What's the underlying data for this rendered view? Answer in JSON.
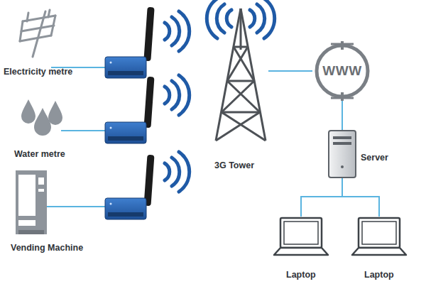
{
  "diagram": {
    "nodes": [
      {
        "text": [
          "Electricity metre"
        ]
      },
      {
        "text": [
          "Water metre"
        ]
      },
      {
        "text": [
          "Vending Machine"
        ]
      },
      {
        "text": [
          "3G Tower"
        ]
      },
      {
        "text": [
          "WWW"
        ]
      },
      {
        "text": [
          "Server"
        ]
      },
      {
        "text": [
          "Laptop"
        ]
      },
      {
        "text": [
          "Laptop"
        ]
      }
    ],
    "edges": [
      {
        "from": 3,
        "to": 4,
        "arrow": "none"
      },
      {
        "from": 4,
        "to": 5,
        "arrow": "none"
      },
      {
        "from": 5,
        "to": 6,
        "arrow": "none"
      },
      {
        "from": 5,
        "to": 7,
        "arrow": "none"
      }
    ]
  }
}
